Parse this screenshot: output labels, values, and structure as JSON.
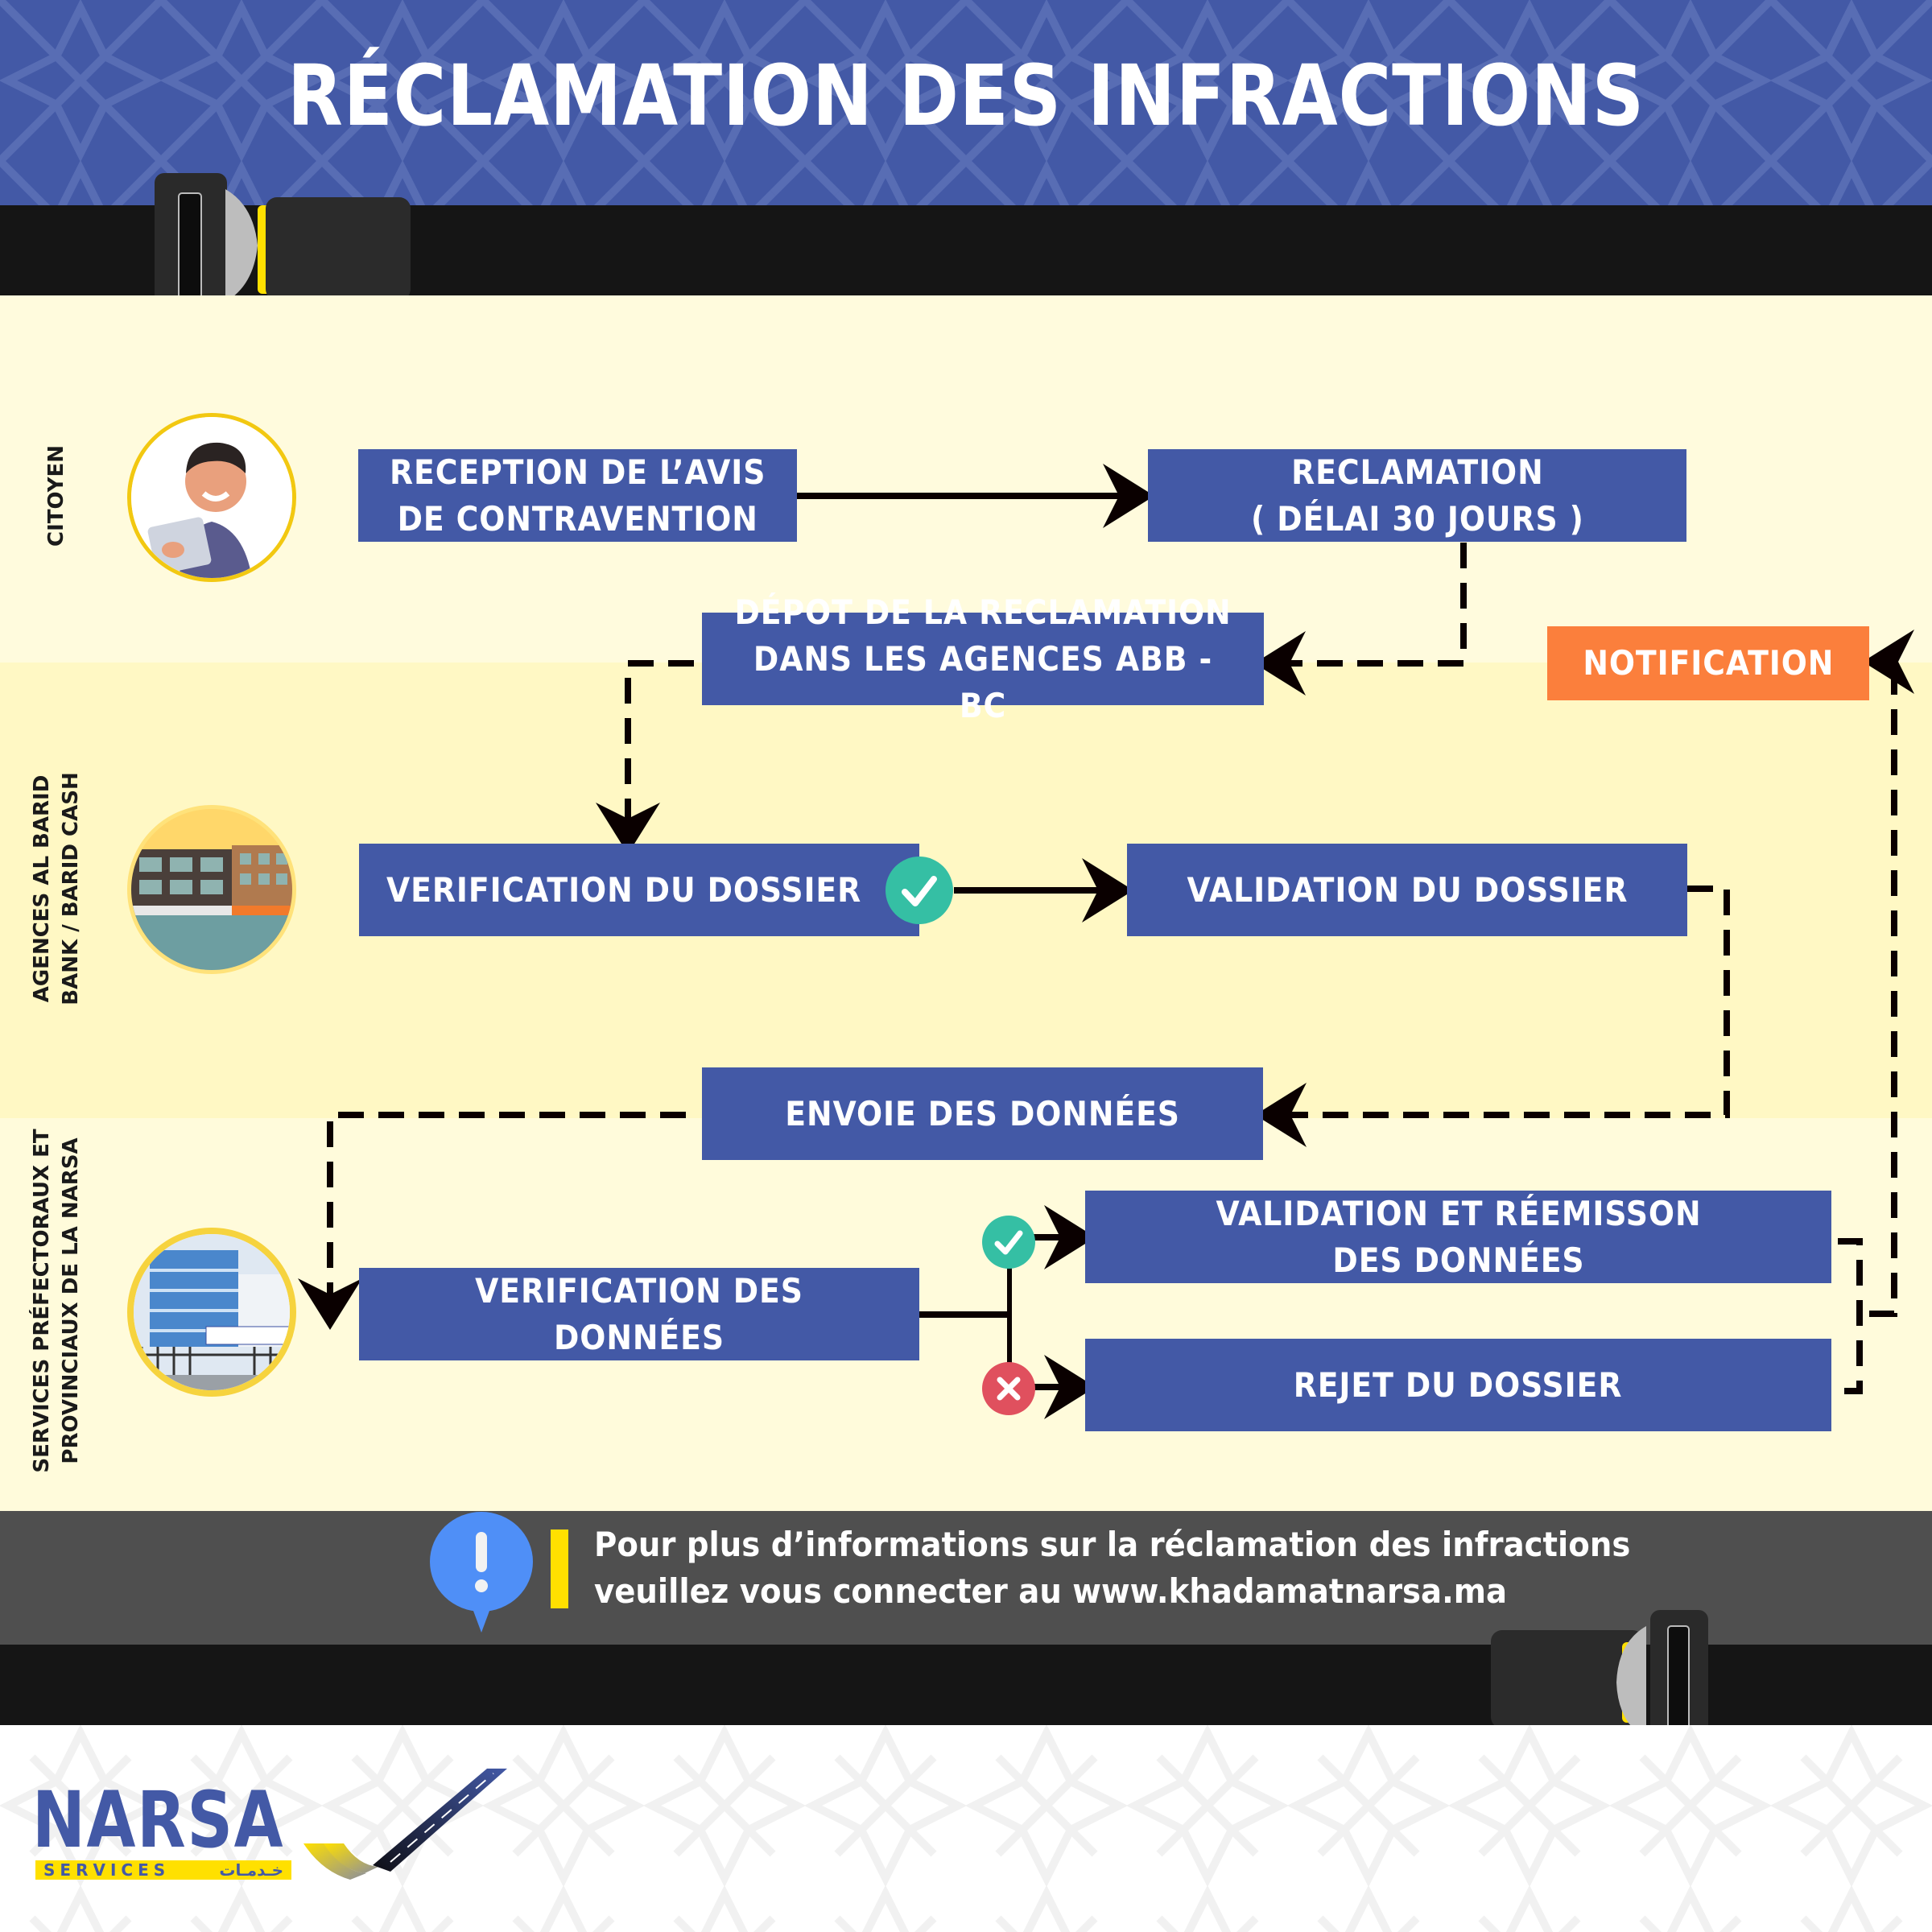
{
  "header": {
    "title": "RÉCLAMATION DES INFRACTIONS"
  },
  "colors": {
    "primary_blue": "#4359a6",
    "notification_orange": "#fb7f3c",
    "success_green": "#35bfa4",
    "reject_red": "#e0505e",
    "accent_yellow": "#ffe000",
    "belt_black": "#151515",
    "info_bar_gray": "#4f4f4f"
  },
  "lanes": [
    {
      "label": "CITOYEN",
      "icon": "citizen-with-tablet-illustration"
    },
    {
      "label_line1": "AGENCES AL BARID",
      "label_line2": "BANK / BARID CASH",
      "icon": "bank-agency-building-illustration"
    },
    {
      "label_line1": "SERVICES PRÉFECTORAUX ET",
      "label_line2": "PROVINCIAUX DE LA NARSA",
      "icon": "narsa-office-building-illustration"
    }
  ],
  "steps": {
    "reception": {
      "line1": "RECEPTION DE L’AVIS",
      "line2": "DE CONTRAVENTION"
    },
    "reclamation": {
      "line1": "RECLAMATION",
      "line2": "( DÉLAI 30 JOURS )"
    },
    "depot": {
      "line1": "DÉPOT DE LA RECLAMATION",
      "line2": "DANS LES AGENCES ABB - BC"
    },
    "notification": {
      "label": "NOTIFICATION"
    },
    "verification_dossier": {
      "label": "VERIFICATION DU DOSSIER",
      "status_icon": "check-icon"
    },
    "validation_dossier": {
      "label": "VALIDATION DU DOSSIER"
    },
    "envoie": {
      "label": "ENVOIE DES DONNÉES"
    },
    "verification_donnees": {
      "label": "VERIFICATION DES DONNÉES"
    },
    "validation_reemission": {
      "line1": "VALIDATION ET RÉEMISSON",
      "line2": "DES DONNÉES",
      "branch_icon": "check-icon"
    },
    "rejet": {
      "label": "REJET DU DOSSIER",
      "branch_icon": "cross-icon"
    }
  },
  "info": {
    "icon": "exclamation-bubble-icon",
    "line1": "Pour plus d’informations sur la réclamation des infractions",
    "line2": "veuillez vous connecter au www.khadamatnarsa.ma"
  },
  "logo": {
    "name": "NARSA",
    "subtitle_latin": "SERVICES",
    "subtitle_arabic": "خـدمـات"
  }
}
